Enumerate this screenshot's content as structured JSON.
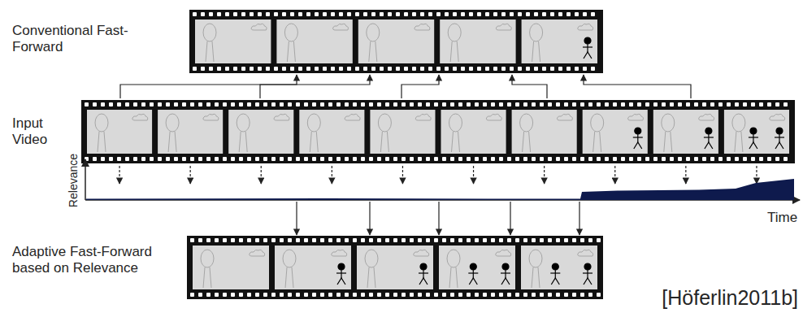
{
  "diagram": {
    "labels": [
      "Conventional Fast-Forward",
      "Input Video",
      "Relevance",
      "Time",
      "Adaptive Fast-Forward based on Relevance",
      "[Höferlin2011b]"
    ]
  }
}
